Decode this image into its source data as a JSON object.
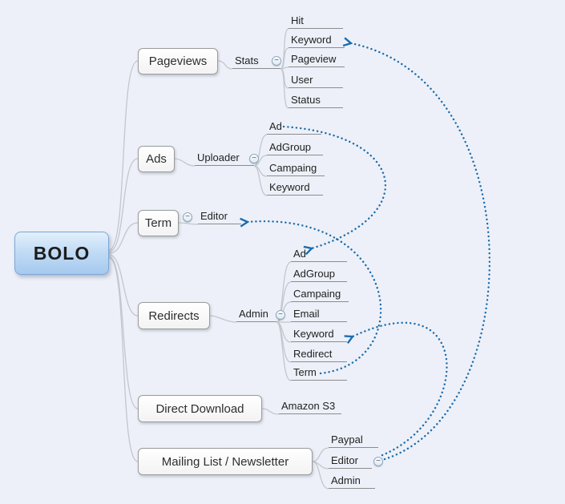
{
  "root": {
    "label": "BOLO"
  },
  "topics": {
    "pageviews": {
      "label": "Pageviews"
    },
    "ads": {
      "label": "Ads"
    },
    "term": {
      "label": "Term"
    },
    "redirects": {
      "label": "Redirects"
    },
    "direct_download": {
      "label": "Direct Download"
    },
    "mailing_list": {
      "label": "Mailing List / Newsletter"
    }
  },
  "subtopics": {
    "stats": {
      "label": "Stats"
    },
    "stats_hit": {
      "label": "Hit"
    },
    "stats_keyword": {
      "label": "Keyword"
    },
    "stats_pageview": {
      "label": "Pageview"
    },
    "stats_user": {
      "label": "User"
    },
    "stats_status": {
      "label": "Status"
    },
    "uploader": {
      "label": "Uploader"
    },
    "uploader_ad": {
      "label": "Ad"
    },
    "uploader_adgroup": {
      "label": "AdGroup"
    },
    "uploader_campaing": {
      "label": "Campaing"
    },
    "uploader_keyword": {
      "label": "Keyword"
    },
    "term_editor": {
      "label": "Editor"
    },
    "admin": {
      "label": "Admin"
    },
    "admin_ad": {
      "label": "Ad"
    },
    "admin_adgroup": {
      "label": "AdGroup"
    },
    "admin_campaing": {
      "label": "Campaing"
    },
    "admin_email": {
      "label": "Email"
    },
    "admin_keyword": {
      "label": "Keyword"
    },
    "admin_redirect": {
      "label": "Redirect"
    },
    "admin_term": {
      "label": "Term"
    },
    "amazon_s3": {
      "label": "Amazon S3"
    },
    "ml_paypal": {
      "label": "Paypal"
    },
    "ml_editor": {
      "label": "Editor"
    },
    "ml_admin": {
      "label": "Admin"
    }
  },
  "icons": {
    "collapse": {
      "name": "collapse-minus-icon",
      "glyph": "−"
    }
  },
  "relationships": [
    {
      "from": "Editor (Mailing List / Newsletter)",
      "to": "Keyword (Stats)"
    },
    {
      "from": "Ad (Uploader)",
      "to": "Ad (Admin)"
    },
    {
      "from": "Term (Admin)",
      "to": "Editor (Term)"
    },
    {
      "from": "Editor (Mailing List / Newsletter)",
      "to": "Keyword (Admin)"
    }
  ],
  "colors": {
    "background": "#edf0f8",
    "connector": "#c3c6cc",
    "underline": "#8c8c8c",
    "relationship": "#1a6bad",
    "root_border": "#7da7d4",
    "topic_border": "#9b9b9b",
    "text": "#222222"
  }
}
